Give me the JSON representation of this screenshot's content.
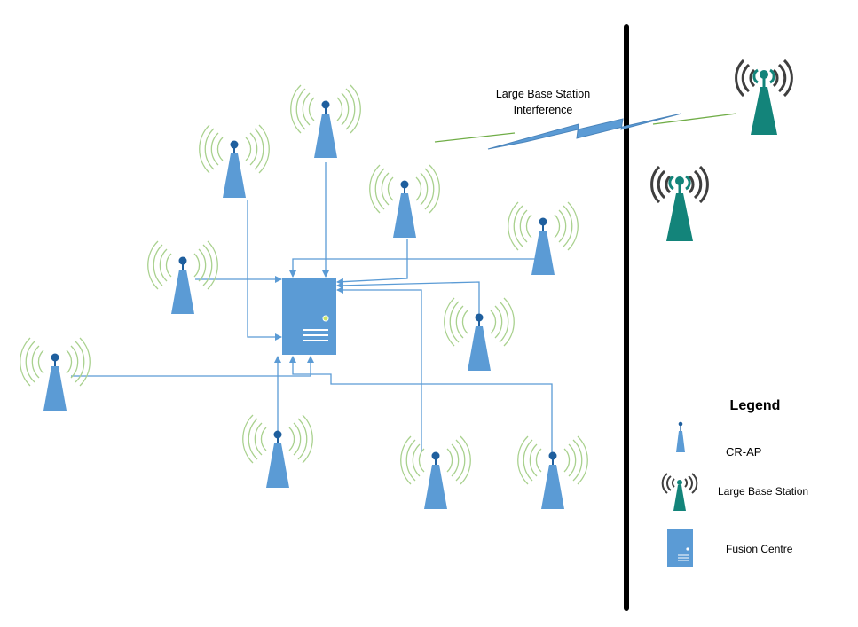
{
  "interference_label": {
    "line1": "Large Base Station",
    "line2": "Interference"
  },
  "legend": {
    "title": "Legend",
    "items": [
      {
        "icon": "cr-ap-icon",
        "label": "CR-AP"
      },
      {
        "icon": "large-base-station-icon",
        "label": "Large Base Station"
      },
      {
        "icon": "fusion-centre-icon",
        "label": "Fusion Centre"
      }
    ]
  },
  "colors": {
    "cr_ap": "#5b9bd5",
    "cr_ap_head": "#1f5f9e",
    "wifi_waves": "#a9d18e",
    "base_station": "#13847a",
    "base_station_waves": "#3f3f3f",
    "link": "#5b9bd5",
    "divider": "#000000",
    "lightning": "#5b9bd5",
    "interference_wave": "#70ad47"
  }
}
